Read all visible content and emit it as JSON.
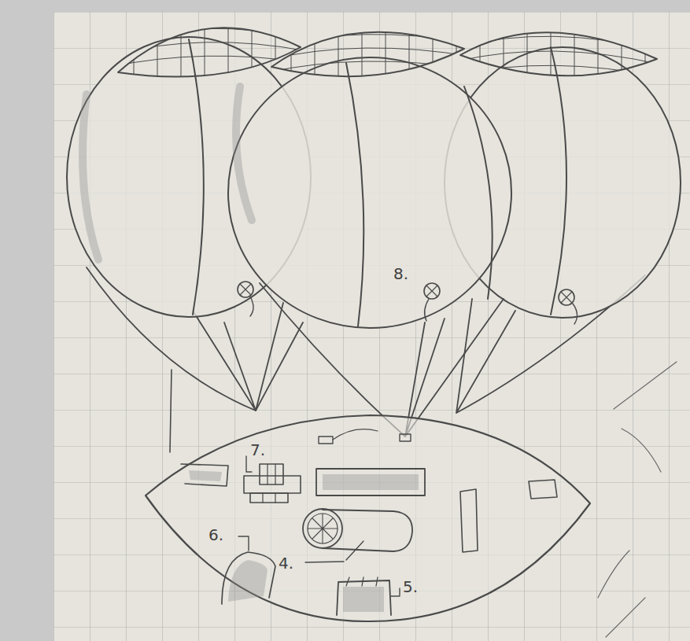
{
  "diagram": {
    "labels": [
      "8.",
      "7.",
      "6.",
      "4.",
      "5."
    ]
  }
}
